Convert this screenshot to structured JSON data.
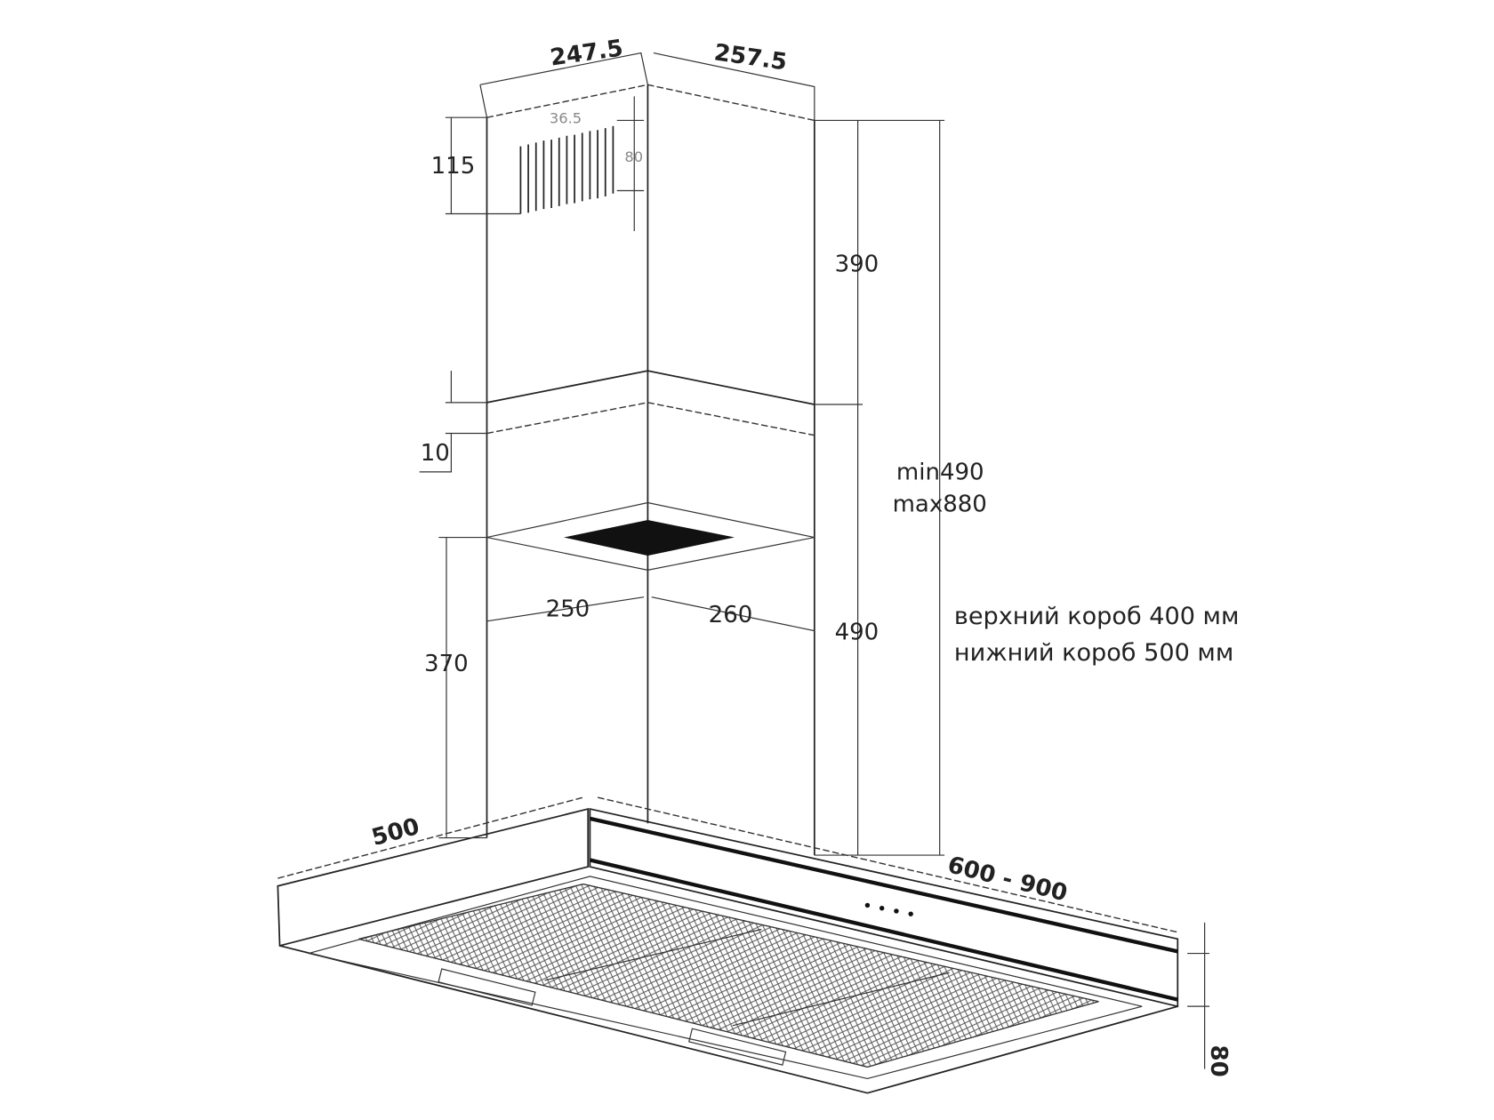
{
  "dimensions": {
    "chimney_width_left": "247.5",
    "chimney_width_right": "257.5",
    "vent_width": "36.5",
    "vent_height": "80",
    "vent_offset": "115",
    "upper_height": "390",
    "total_min": "min490",
    "total_max": "max880",
    "overlap": "10",
    "lower_height": "490",
    "bracket_height": "370",
    "bracket_width_left": "250",
    "bracket_width_right": "260",
    "hood_depth": "500",
    "hood_width": "600 - 900",
    "hood_height": "80"
  },
  "notes": {
    "upper_box": "верхний короб 400 мм",
    "lower_box": "нижний короб 500 мм"
  },
  "colors": {
    "line": "#222222",
    "background": "#ffffff"
  }
}
